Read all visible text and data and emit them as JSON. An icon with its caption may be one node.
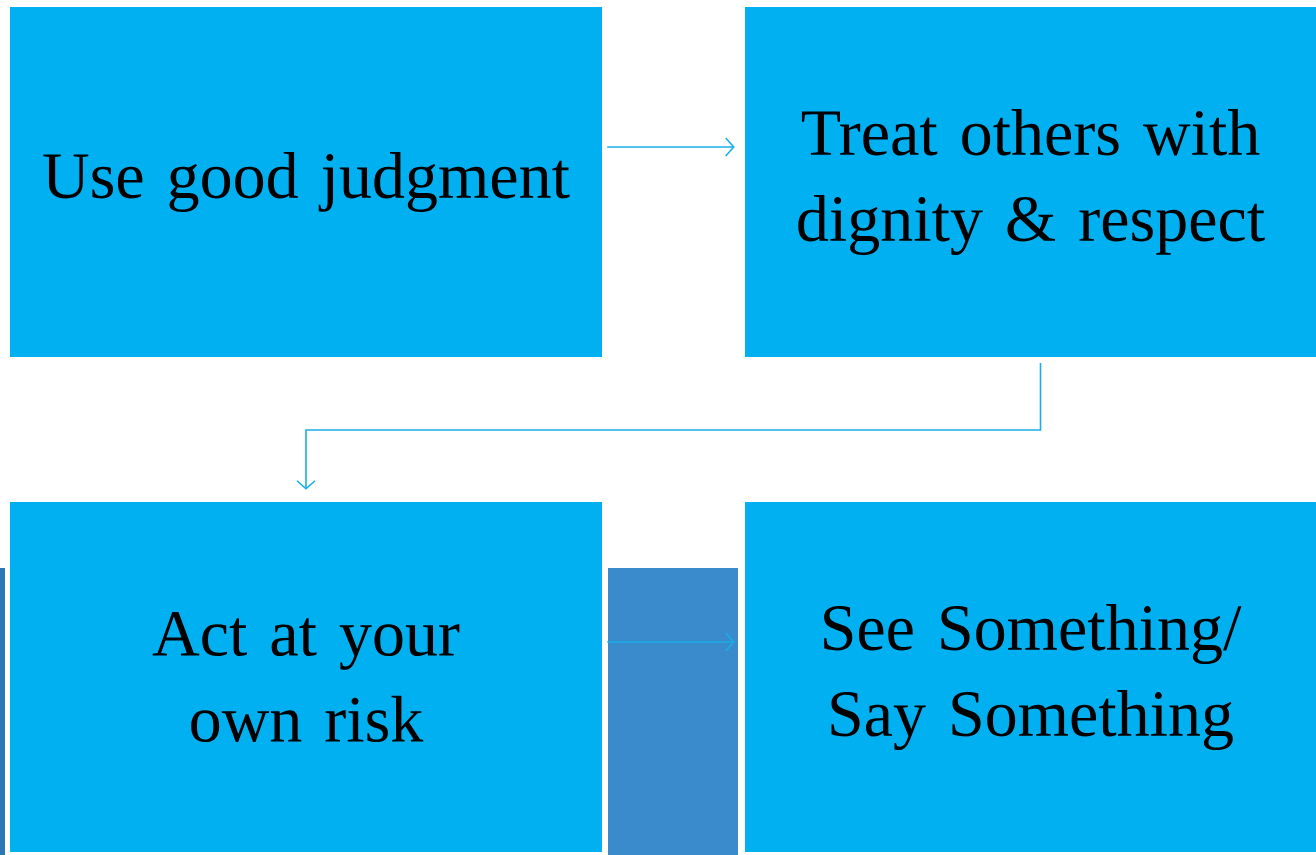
{
  "diagram": {
    "nodes": [
      {
        "text": [
          "Use good judgment"
        ]
      },
      {
        "text": [
          "Treat others with dignity & respect"
        ]
      },
      {
        "text": [
          "Act at your own risk"
        ]
      },
      {
        "text": [
          "See Something/ Say Something"
        ]
      }
    ],
    "edges": [
      {
        "from": 0,
        "to": 1,
        "arrow": "to"
      },
      {
        "from": 1,
        "to": 2,
        "arrow": "to"
      },
      {
        "from": 2,
        "to": 3,
        "arrow": "to"
      }
    ]
  }
}
